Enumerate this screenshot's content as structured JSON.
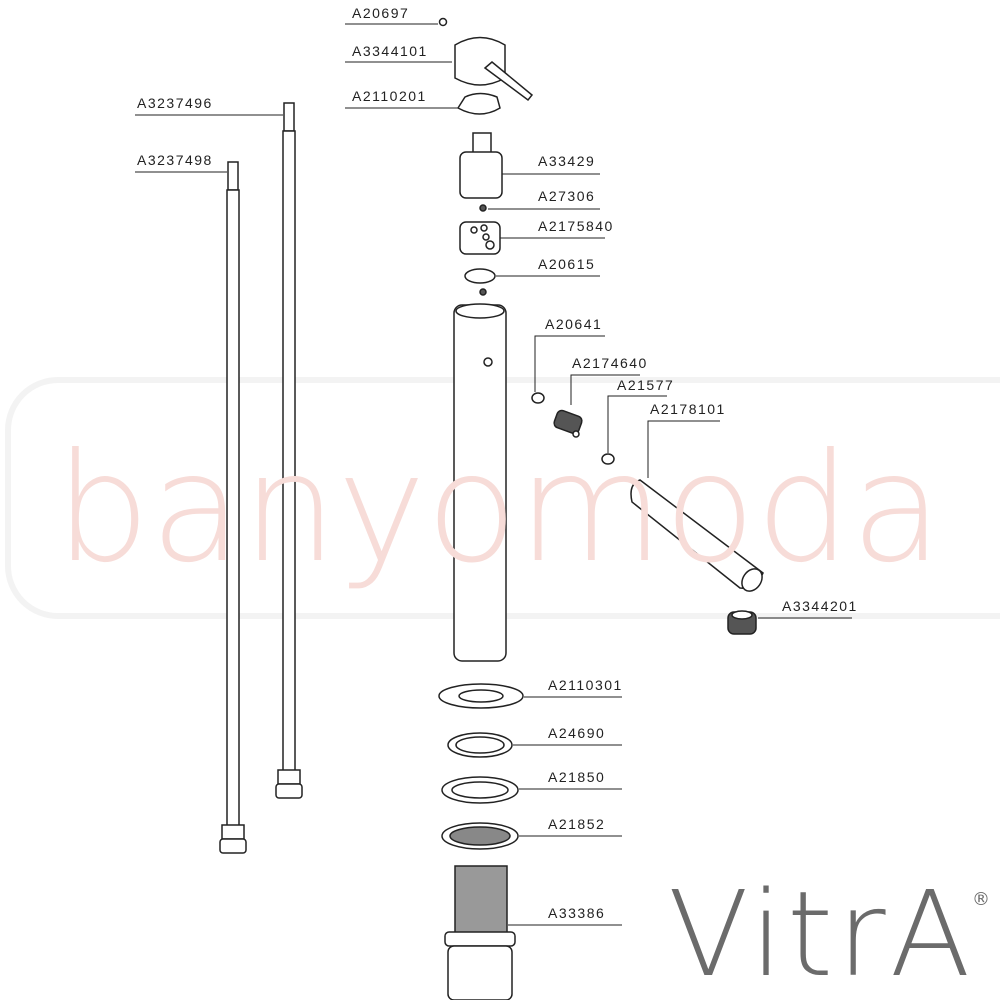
{
  "watermark": "banyomoda",
  "brand": {
    "name": "VitrA",
    "registered": "®"
  },
  "parts": [
    {
      "code": "A20697"
    },
    {
      "code": "A3344101"
    },
    {
      "code": "A2110201"
    },
    {
      "code": "A3237496"
    },
    {
      "code": "A3237498"
    },
    {
      "code": "A33429"
    },
    {
      "code": "A27306"
    },
    {
      "code": "A2175840"
    },
    {
      "code": "A20615"
    },
    {
      "code": "A20641"
    },
    {
      "code": "A2174640"
    },
    {
      "code": "A21577"
    },
    {
      "code": "A2178101"
    },
    {
      "code": "A3344201"
    },
    {
      "code": "A2110301"
    },
    {
      "code": "A24690"
    },
    {
      "code": "A21850"
    },
    {
      "code": "A21852"
    },
    {
      "code": "A33386"
    }
  ]
}
